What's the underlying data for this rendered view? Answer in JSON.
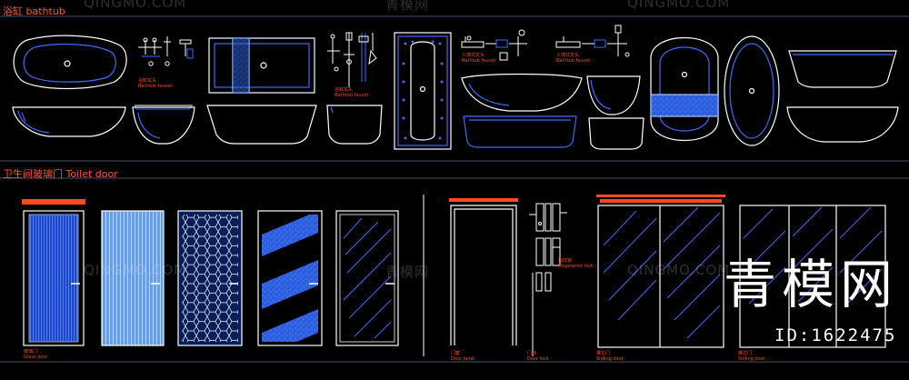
{
  "sections": {
    "bathtub_title": "浴缸 bathtub",
    "door_title": "卫生间玻璃门 Toilet door"
  },
  "labels": {
    "bathtub_faucet_1": "浴缸龙头",
    "bathtub_faucet_1_en": "Bathtub faucet",
    "bathtub_faucet_2": "浴缸龙头",
    "bathtub_faucet_2_en": "Bathtub faucet",
    "inwall_faucet_1": "入墙式龙头",
    "inwall_faucet_1_en": "Bathtub faucet",
    "inwall_faucet_2": "入墙式龙头",
    "inwall_faucet_2_en": "Bathtub faucet",
    "glass_door": "玻璃门",
    "glass_door_en": "Glass door",
    "door_jamb": "门套",
    "door_jamb_en": "Door jamb",
    "door_lock": "门锁",
    "door_lock_en": "Door lock",
    "fingerprint_lock": "指纹锁",
    "fingerprint_lock_en": "Fingerprint lock",
    "sliding_door_1": "推拉门",
    "sliding_door_1_en": "Sliding door",
    "sliding_door_2": "推拉门",
    "sliding_door_2_en": "Sliding door"
  },
  "watermarks": {
    "brand_latin": "QINGMO.COM",
    "brand_cn": "青模网",
    "big_cn": "青模网",
    "id_text": "ID:1622475"
  },
  "colors": {
    "line": "#ffffff",
    "blue_line": "#3a6cff",
    "light_blue": "#7ab6ff",
    "accent": "#ff4a20",
    "frame": "#5a6e8c"
  }
}
